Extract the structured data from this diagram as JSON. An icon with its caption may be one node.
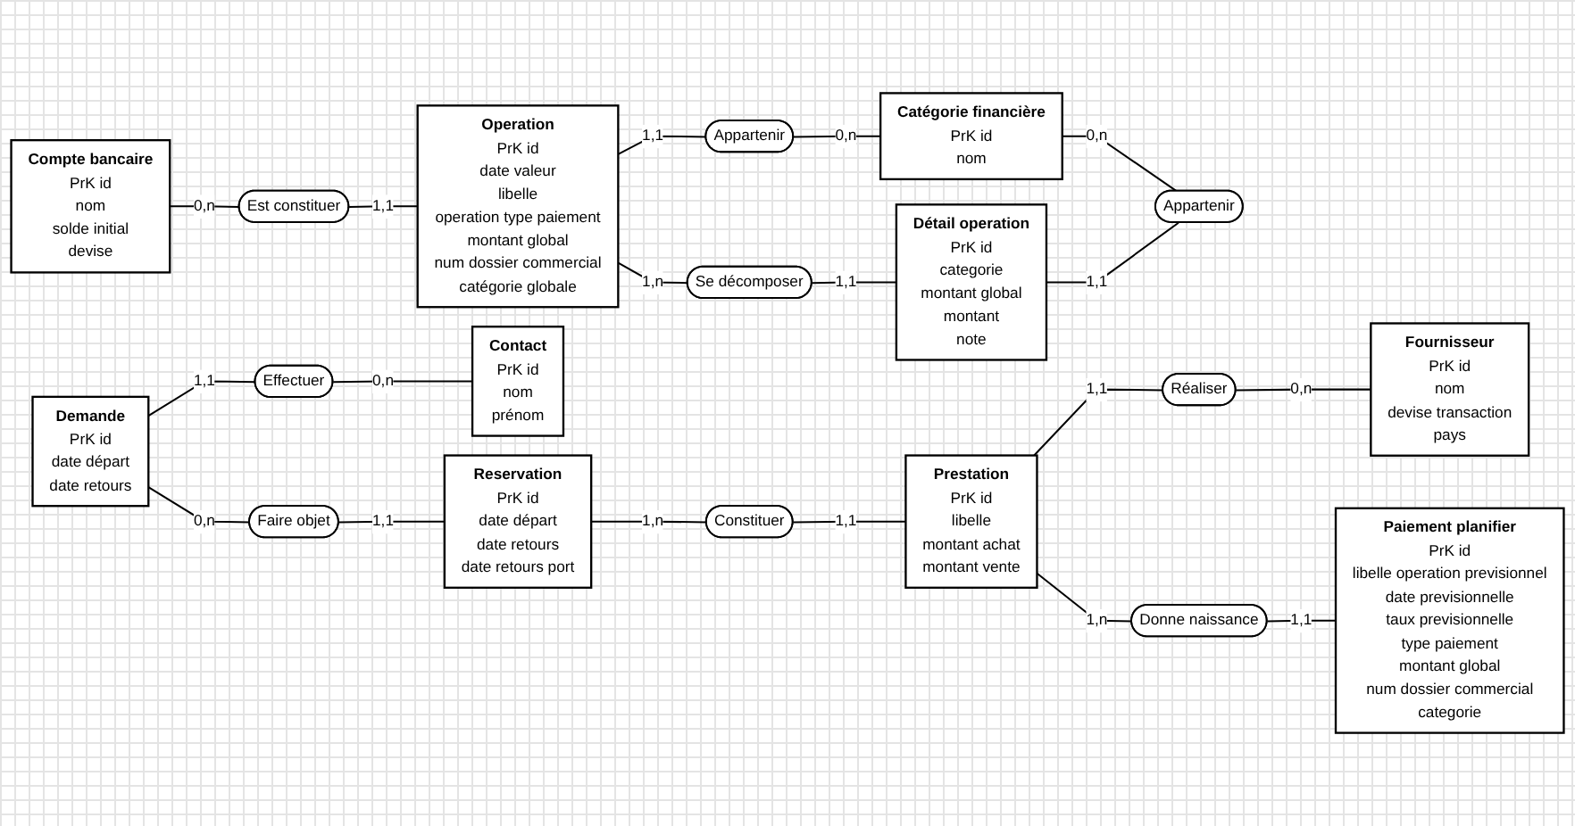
{
  "diagram": {
    "nodes": [
      {
        "text": [
          "Compte bancaire",
          "PrK id",
          "nom",
          "solde initial",
          "devise"
        ]
      },
      {
        "text": [
          "Est constituer"
        ]
      },
      {
        "text": [
          "Operation",
          "PrK id",
          "date valeur",
          "libelle",
          "operation type paiement",
          "montant global",
          "num dossier commercial",
          "catégorie globale"
        ]
      },
      {
        "text": [
          "Appartenir"
        ]
      },
      {
        "text": [
          "Catégorie financière",
          "PrK id",
          "nom"
        ]
      },
      {
        "text": [
          "Se décomposer"
        ]
      },
      {
        "text": [
          "Appartenir"
        ]
      },
      {
        "text": [
          "Détail operation",
          "PrK id",
          "categorie",
          "montant global",
          "montant",
          "note"
        ]
      },
      {
        "text": [
          "Contact",
          "PrK id",
          "nom",
          "prénom"
        ]
      },
      {
        "text": [
          "Reservation",
          "PrK id",
          "date départ",
          "date retours",
          "date retours port"
        ]
      },
      {
        "text": [
          "Constituer"
        ]
      },
      {
        "text": [
          "Effectuer"
        ]
      },
      {
        "text": [
          "Réaliser"
        ]
      },
      {
        "text": [
          "Fournisseur",
          "PrK id",
          "nom",
          "devise transaction",
          "pays"
        ]
      },
      {
        "text": [
          "Prestation",
          "PrK id",
          "libelle",
          "montant achat",
          "montant vente"
        ]
      },
      {
        "text": [
          "Demande",
          "PrK id",
          "date départ",
          "date retours"
        ]
      },
      {
        "text": [
          "Faire objet"
        ]
      },
      {
        "text": [
          "Donne naissance"
        ]
      },
      {
        "text": [
          "Paiement planifier",
          "PrK id",
          "libelle operation previsionnel",
          "date previsionnelle",
          "taux previsionnelle",
          "type paiement",
          "montant global",
          "num dossier commercial",
          "categorie"
        ]
      }
    ],
    "edges": [
      {
        "from": 0,
        "to": 1,
        "arrow": "none",
        "label": "0,n"
      },
      {
        "from": 1,
        "to": 2,
        "arrow": "none",
        "label": "1,1"
      },
      {
        "from": 2,
        "to": 3,
        "arrow": "none",
        "label": "1,1"
      },
      {
        "from": 3,
        "to": 4,
        "arrow": "none",
        "label": "0,n"
      },
      {
        "from": 2,
        "to": 5,
        "arrow": "none",
        "label": "1,n"
      },
      {
        "from": 5,
        "to": 7,
        "arrow": "none",
        "label": "1,1"
      },
      {
        "from": 4,
        "to": 6,
        "arrow": "none",
        "label": "0,n"
      },
      {
        "from": 7,
        "to": 6,
        "arrow": "none",
        "label": "1,1"
      },
      {
        "from": 11,
        "to": 8,
        "arrow": "none",
        "label": "0,n"
      },
      {
        "from": 9,
        "to": 10,
        "arrow": "none",
        "label": "1,n"
      },
      {
        "from": 15,
        "to": 11,
        "arrow": "none",
        "label": "1,1"
      },
      {
        "from": 16,
        "to": 9,
        "arrow": "none",
        "label": "1,1"
      },
      {
        "from": 15,
        "to": 16,
        "arrow": "none",
        "label": "0,n"
      },
      {
        "from": 10,
        "to": 14,
        "arrow": "none",
        "label": "1,1"
      },
      {
        "from": 14,
        "to": 12,
        "arrow": "none",
        "label": "1,1"
      },
      {
        "from": 12,
        "to": 13,
        "arrow": "none",
        "label": "0,n"
      },
      {
        "from": 14,
        "to": 17,
        "arrow": "none",
        "label": "1,n"
      },
      {
        "from": 17,
        "to": 18,
        "arrow": "none",
        "label": "1,1"
      }
    ]
  }
}
